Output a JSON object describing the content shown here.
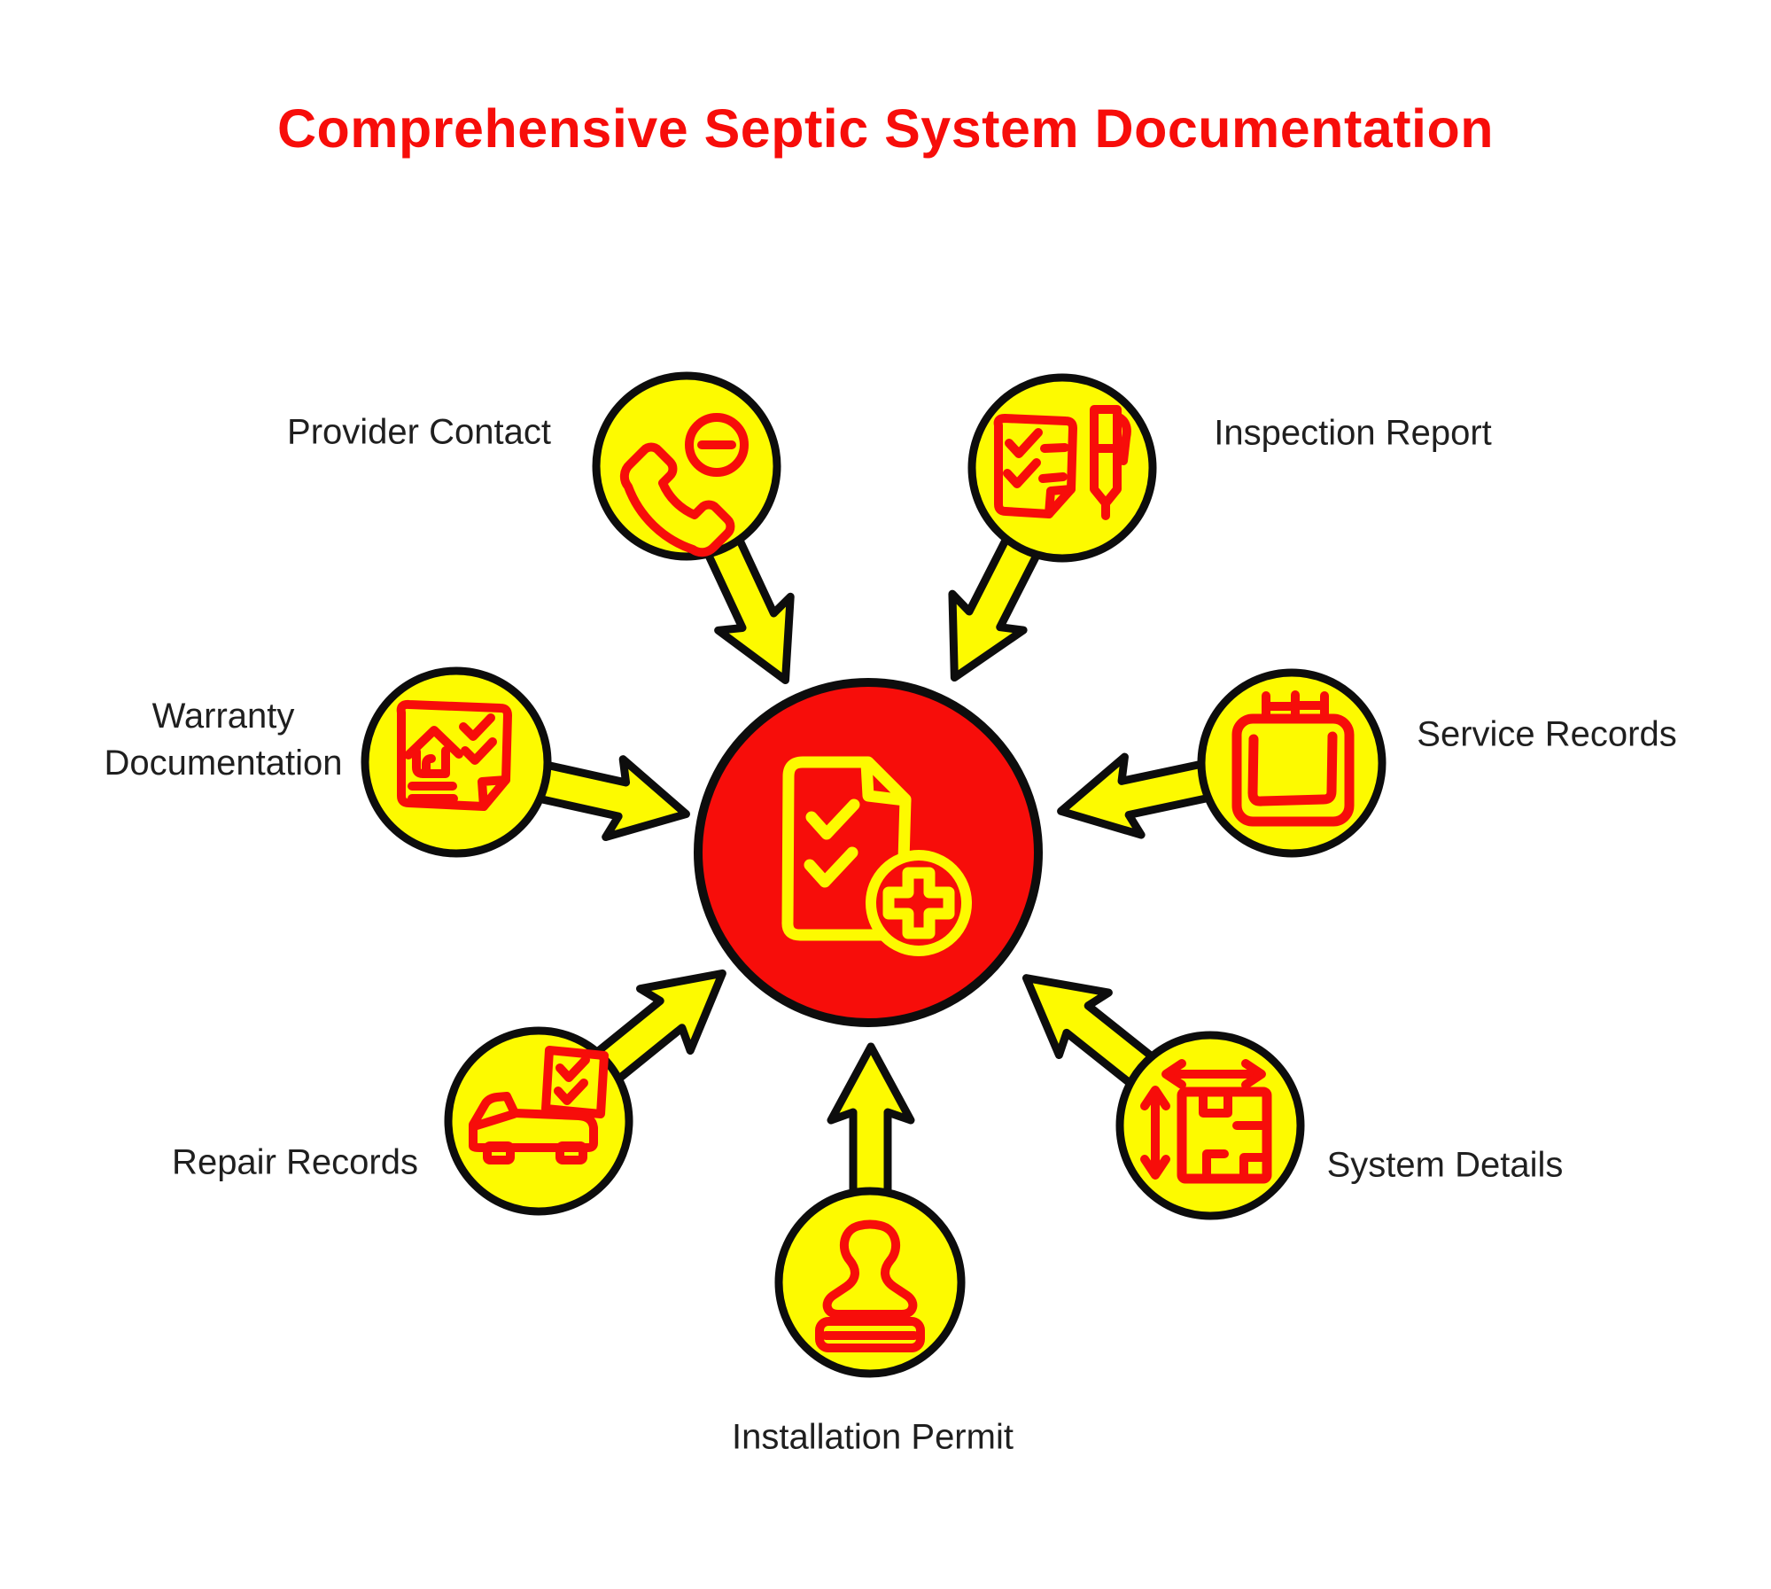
{
  "title": "Comprehensive Septic System Documentation",
  "colors": {
    "accent_red": "#f70d0a",
    "node_yellow": "#fdfa00",
    "outline_black": "#0d0d0d",
    "label_text": "#1f1f1f"
  },
  "center": {
    "icon": "document-add-icon"
  },
  "nodes": [
    {
      "id": "provider-contact",
      "label": "Provider Contact",
      "icon": "phone-minus-icon"
    },
    {
      "id": "inspection-report",
      "label": "Inspection Report",
      "icon": "document-pen-icon"
    },
    {
      "id": "service-records",
      "label": "Service Records",
      "icon": "calendar-icon"
    },
    {
      "id": "system-details",
      "label": "System Details",
      "icon": "floor-plan-dimensions-icon"
    },
    {
      "id": "installation-permit",
      "label": "Installation Permit",
      "icon": "stamp-icon"
    },
    {
      "id": "repair-records",
      "label": "Repair Records",
      "icon": "car-checklist-icon"
    },
    {
      "id": "warranty-documentation",
      "label": "Warranty Documentation",
      "icon": "document-house-icon"
    }
  ]
}
